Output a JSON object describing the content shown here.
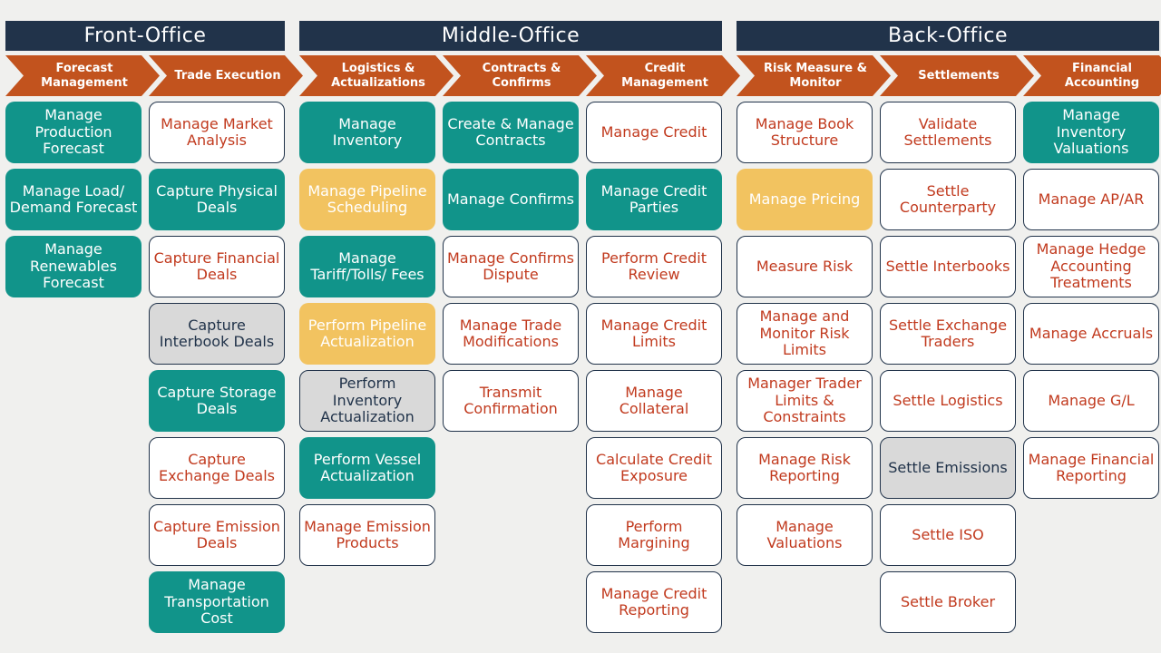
{
  "colors": {
    "navy": "#21334A",
    "orange": "#C2531E",
    "teal": "#11948A",
    "yellow": "#F2C360",
    "gray": "#D9D9D9",
    "red": "#C13A1E",
    "bg": "#F0F0EE"
  },
  "sections": [
    {
      "title": "Front-Office",
      "phases": [
        {
          "label": "Forecast Management",
          "boxes": [
            {
              "label": "Manage Production Forecast",
              "type": "teal"
            },
            {
              "label": "Manage Load/ Demand Forecast",
              "type": "teal"
            },
            {
              "label": "Manage Renewables Forecast",
              "type": "teal"
            }
          ]
        },
        {
          "label": "Trade Execution",
          "boxes": [
            {
              "label": "Manage Market Analysis",
              "type": "white"
            },
            {
              "label": "Capture Physical Deals",
              "type": "teal"
            },
            {
              "label": "Capture Financial Deals",
              "type": "white"
            },
            {
              "label": "Capture Interbook Deals",
              "type": "gray"
            },
            {
              "label": "Capture Storage Deals",
              "type": "teal"
            },
            {
              "label": "Capture Exchange Deals",
              "type": "white"
            },
            {
              "label": "Capture Emission Deals",
              "type": "white"
            },
            {
              "label": "Manage Transportation Cost",
              "type": "teal"
            }
          ]
        }
      ]
    },
    {
      "title": "Middle-Office",
      "phases": [
        {
          "label": "Logistics & Actualizations",
          "boxes": [
            {
              "label": "Manage Inventory",
              "type": "teal"
            },
            {
              "label": "Manage Pipeline Scheduling",
              "type": "yellow"
            },
            {
              "label": "Manage Tariff/Tolls/ Fees",
              "type": "teal"
            },
            {
              "label": "Perform Pipeline Actualization",
              "type": "yellow"
            },
            {
              "label": "Perform Inventory Actualization",
              "type": "gray"
            },
            {
              "label": "Perform Vessel Actualization",
              "type": "teal"
            },
            {
              "label": "Manage Emission Products",
              "type": "white"
            }
          ]
        },
        {
          "label": "Contracts & Confirms",
          "boxes": [
            {
              "label": "Create & Manage Contracts",
              "type": "teal"
            },
            {
              "label": "Manage Confirms",
              "type": "teal"
            },
            {
              "label": "Manage Confirms Dispute",
              "type": "white"
            },
            {
              "label": "Manage Trade Modifications",
              "type": "white"
            },
            {
              "label": "Transmit Confirmation",
              "type": "white"
            }
          ]
        },
        {
          "label": "Credit Management",
          "boxes": [
            {
              "label": "Manage Credit",
              "type": "white"
            },
            {
              "label": "Manage Credit Parties",
              "type": "teal"
            },
            {
              "label": "Perform Credit Review",
              "type": "white"
            },
            {
              "label": "Manage Credit Limits",
              "type": "white"
            },
            {
              "label": "Manage Collateral",
              "type": "white"
            },
            {
              "label": "Calculate Credit Exposure",
              "type": "white"
            },
            {
              "label": "Perform Margining",
              "type": "white"
            },
            {
              "label": "Manage Credit Reporting",
              "type": "white"
            }
          ]
        }
      ]
    },
    {
      "title": "Back-Office",
      "phases": [
        {
          "label": "Risk Measure & Monitor",
          "boxes": [
            {
              "label": "Manage Book Structure",
              "type": "white"
            },
            {
              "label": "Manage Pricing",
              "type": "yellow"
            },
            {
              "label": "Measure Risk",
              "type": "white"
            },
            {
              "label": "Manage and Monitor Risk Limits",
              "type": "white"
            },
            {
              "label": "Manager Trader Limits & Constraints",
              "type": "white"
            },
            {
              "label": "Manage Risk Reporting",
              "type": "white"
            },
            {
              "label": "Manage Valuations",
              "type": "white"
            }
          ]
        },
        {
          "label": "Settlements",
          "boxes": [
            {
              "label": "Validate Settlements",
              "type": "white"
            },
            {
              "label": "Settle Counterparty",
              "type": "white"
            },
            {
              "label": "Settle Interbooks",
              "type": "white"
            },
            {
              "label": "Settle Exchange Traders",
              "type": "white"
            },
            {
              "label": "Settle Logistics",
              "type": "white"
            },
            {
              "label": "Settle Emissions",
              "type": "gray"
            },
            {
              "label": "Settle ISO",
              "type": "white"
            },
            {
              "label": "Settle Broker",
              "type": "white"
            }
          ]
        },
        {
          "label": "Financial Accounting",
          "boxes": [
            {
              "label": "Manage Inventory Valuations",
              "type": "teal"
            },
            {
              "label": "Manage AP/AR",
              "type": "white"
            },
            {
              "label": "Manage Hedge Accounting Treatments",
              "type": "white"
            },
            {
              "label": "Manage Accruals",
              "type": "white"
            },
            {
              "label": "Manage G/L",
              "type": "white"
            },
            {
              "label": "Manage Financial Reporting",
              "type": "white"
            }
          ]
        }
      ]
    }
  ]
}
